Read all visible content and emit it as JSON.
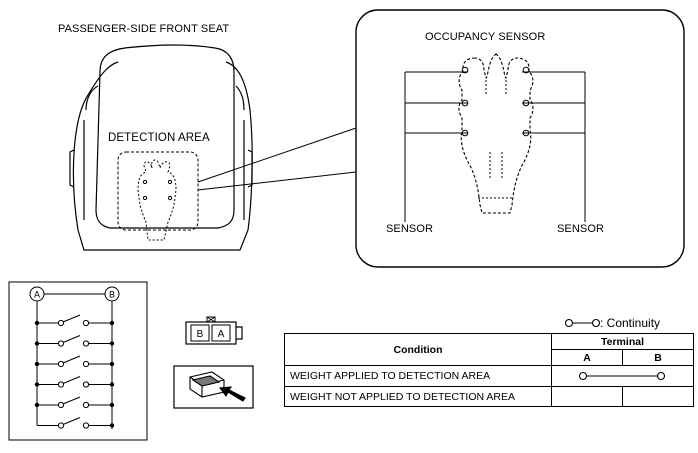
{
  "seat": {
    "title": "PASSENGER-SIDE FRONT SEAT",
    "detection_area_label": "DETECTION AREA"
  },
  "sensor_detail": {
    "title": "OCCUPANCY SENSOR",
    "left_label": "SENSOR",
    "right_label": "SENSOR"
  },
  "circuit": {
    "terminal_a": "A",
    "terminal_b": "B",
    "switch_count": 6
  },
  "connector": {
    "pin_b": "B",
    "pin_a": "A"
  },
  "continuity_table": {
    "legend_text": ": Continuity",
    "header_condition": "Condition",
    "header_terminal": "Terminal",
    "col_a": "A",
    "col_b": "B",
    "rows": [
      {
        "condition": "WEIGHT APPLIED TO DETECTION AREA",
        "continuity": true
      },
      {
        "condition": "WEIGHT NOT APPLIED TO DETECTION AREA",
        "continuity": false
      }
    ]
  }
}
